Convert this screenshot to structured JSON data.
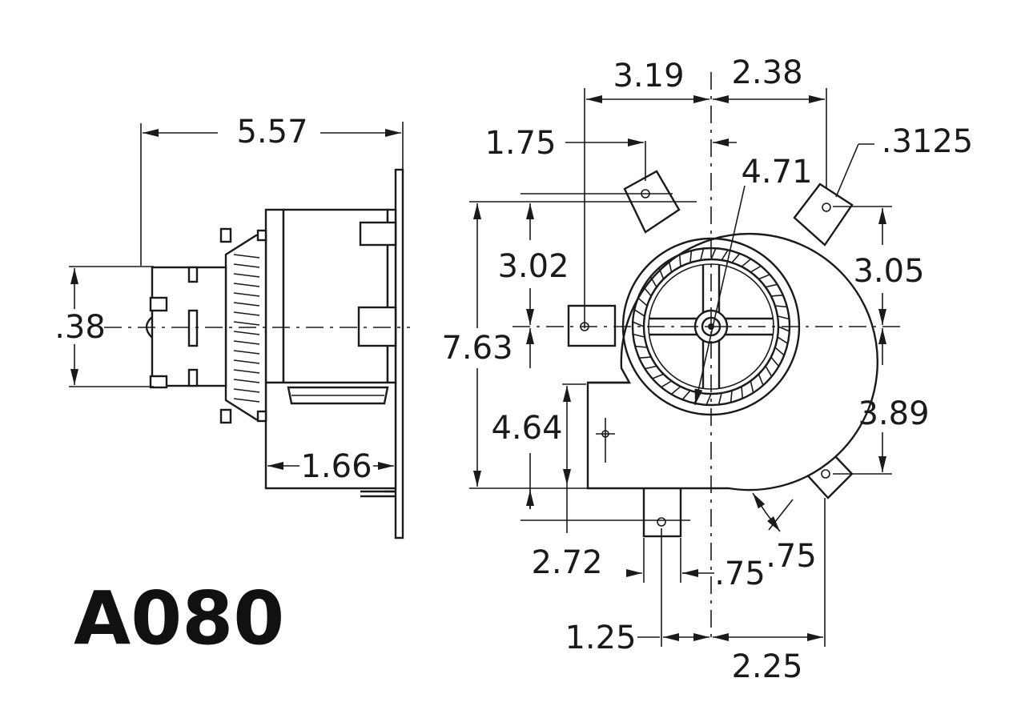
{
  "model": "A080",
  "side_view": {
    "dims": {
      "overall_length": "5.57",
      "shaft_offset": ".38",
      "outlet_depth": "1.66"
    }
  },
  "front_view": {
    "dims": {
      "left_to_center": "3.19",
      "center_to_right_tab": "2.38",
      "tab_hole_diameter": ".3125",
      "left_tab_offset": "1.75",
      "wheel_diameter": "4.71",
      "upper_height": "3.02",
      "overall_height": "7.63",
      "right_upper": "3.05",
      "right_lower": "3.89",
      "lower_left_height": "4.64",
      "outlet_height": "2.72",
      "bottom_tab_width": ".75",
      "lower_right_tab": ".75",
      "bottom_tab_offset": "1.25",
      "center_to_lower_right": "2.25"
    }
  }
}
